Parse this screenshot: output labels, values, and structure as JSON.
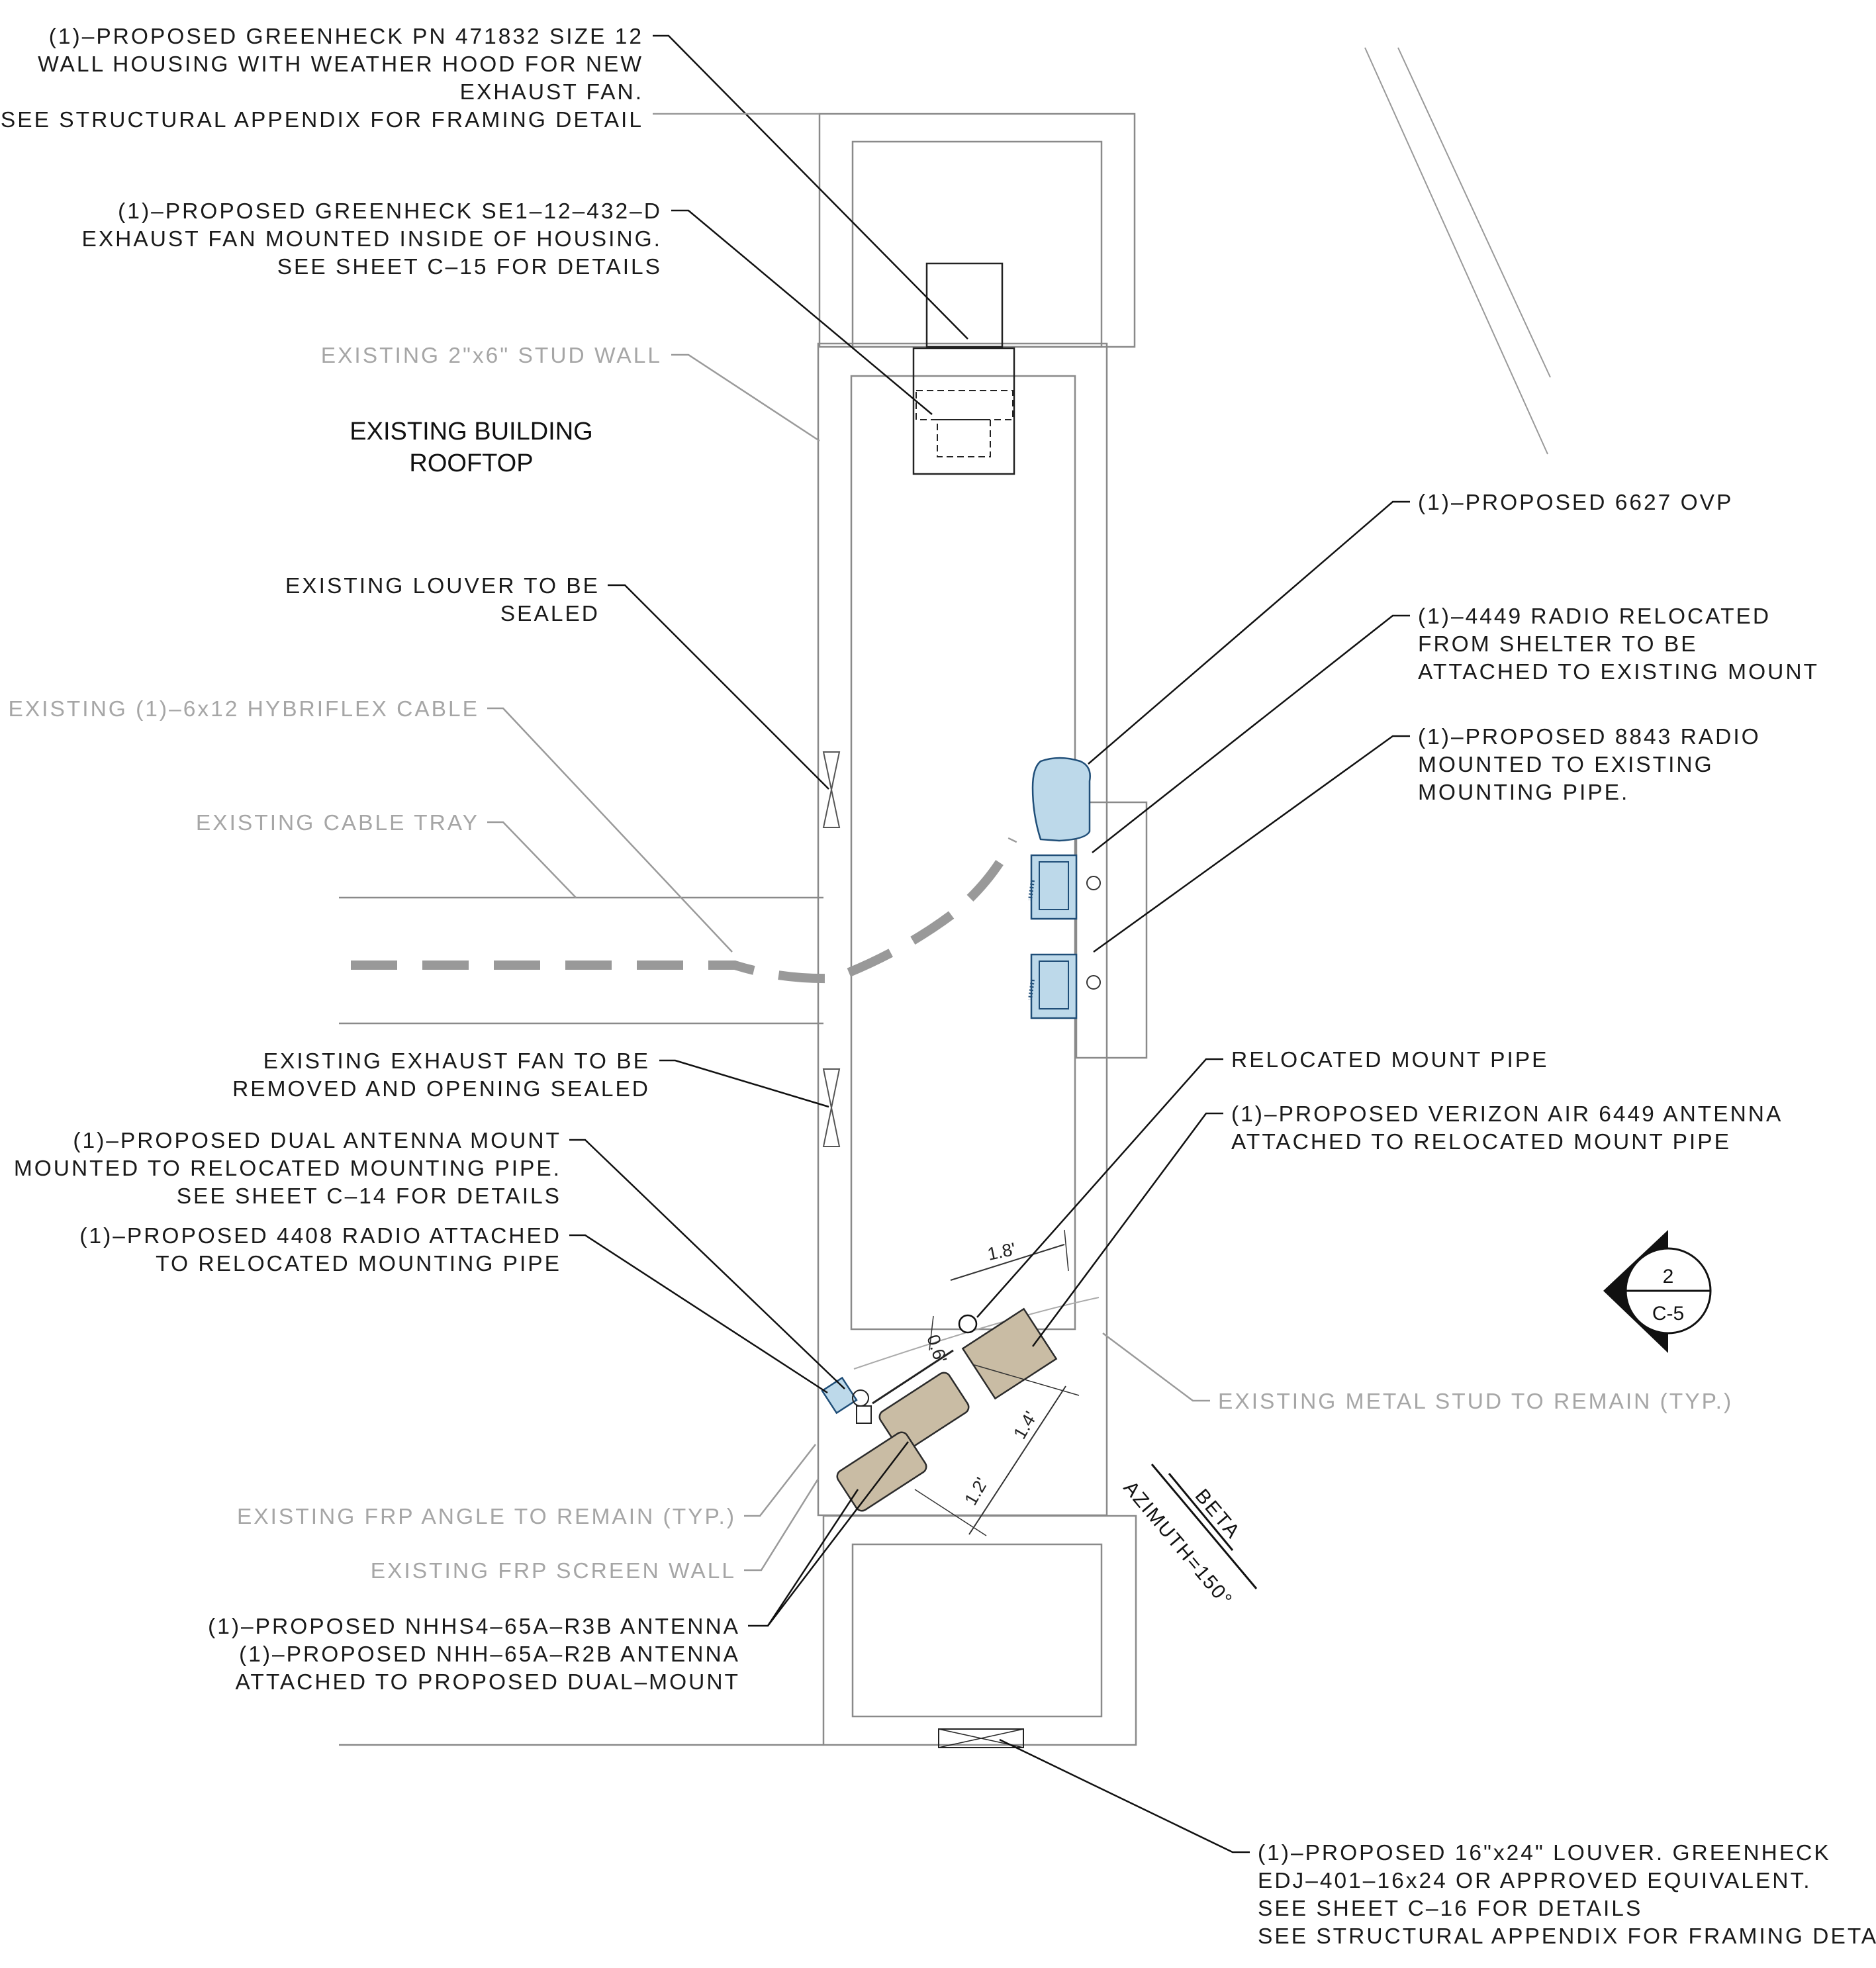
{
  "title": {
    "line1": "EXISTING BUILDING",
    "line2": "ROOFTOP"
  },
  "callouts": {
    "wall_housing": [
      "(1)–PROPOSED GREENHECK PN 471832 SIZE 12",
      "WALL HOUSING WITH WEATHER HOOD FOR NEW",
      "EXHAUST FAN.",
      "SEE STRUCTURAL APPENDIX FOR FRAMING DETAIL"
    ],
    "exhaust_fan": [
      "(1)–PROPOSED GREENHECK SE1–12–432–D",
      "EXHAUST FAN MOUNTED INSIDE OF HOUSING.",
      "SEE SHEET C–15 FOR DETAILS"
    ],
    "stud_wall": [
      "EXISTING 2\"x6\" STUD WALL"
    ],
    "louver_sealed": [
      "EXISTING LOUVER TO BE",
      "SEALED"
    ],
    "hybriflex": [
      "EXISTING (1)–6x12 HYBRIFLEX CABLE"
    ],
    "cable_tray": [
      "EXISTING CABLE TRAY"
    ],
    "fan_removed": [
      "EXISTING EXHAUST FAN TO BE",
      "REMOVED AND OPENING SEALED"
    ],
    "dual_mount": [
      "(1)–PROPOSED DUAL ANTENNA MOUNT",
      "MOUNTED TO RELOCATED MOUNTING PIPE.",
      "SEE SHEET C–14 FOR DETAILS"
    ],
    "radio_4408": [
      "(1)–PROPOSED 4408 RADIO ATTACHED",
      "TO RELOCATED MOUNTING PIPE"
    ],
    "frp_angle": [
      "EXISTING FRP ANGLE TO REMAIN (TYP.)"
    ],
    "frp_screen": [
      "EXISTING FRP SCREEN WALL"
    ],
    "antennas": [
      "(1)–PROPOSED NHHS4–65A–R3B ANTENNA",
      "(1)–PROPOSED NHH–65A–R2B ANTENNA",
      "ATTACHED TO PROPOSED DUAL–MOUNT"
    ],
    "ovp": [
      "(1)–PROPOSED 6627 OVP"
    ],
    "radio_4449": [
      "(1)–4449 RADIO RELOCATED",
      "FROM SHELTER TO BE",
      "ATTACHED TO EXISTING MOUNT"
    ],
    "radio_8843": [
      "(1)–PROPOSED 8843 RADIO",
      "MOUNTED TO EXISTING",
      "MOUNTING PIPE."
    ],
    "mount_pipe": [
      "RELOCATED MOUNT PIPE"
    ],
    "air_6449": [
      "(1)–PROPOSED VERIZON AIR 6449 ANTENNA",
      "ATTACHED TO RELOCATED MOUNT PIPE"
    ],
    "metal_stud": [
      "EXISTING METAL STUD TO REMAIN (TYP.)"
    ],
    "louver_new": [
      "(1)–PROPOSED 16\"x24\" LOUVER. GREENHECK",
      "EDJ–401–16x24 OR APPROVED EQUIVALENT.",
      "SEE SHEET C–16 FOR DETAILS",
      "SEE STRUCTURAL APPENDIX FOR FRAMING DETAIL"
    ]
  },
  "dimensions": {
    "d1": "1.8'",
    "d2": "0.6'",
    "d3": "1.4'",
    "d4": "1.2'"
  },
  "azimuth": {
    "sector": "BETA",
    "label": "AZIMUTH=150°"
  },
  "section_marker": {
    "number": "2",
    "sheet": "C-5"
  },
  "colors": {
    "equipment": "#bdd9ea",
    "antenna": "#c9bca4",
    "existing": "#a6a6a6",
    "proposed": "#1a1a1a"
  }
}
